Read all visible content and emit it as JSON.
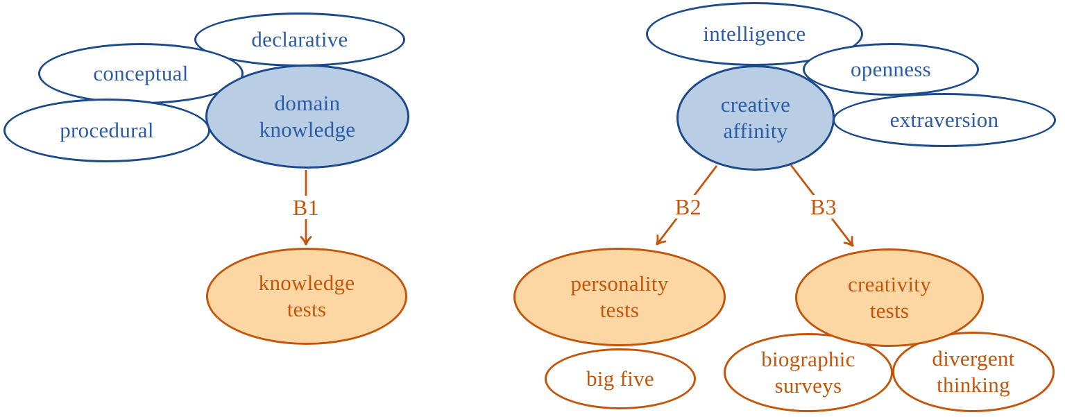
{
  "colors": {
    "blue_border": "#1d4b8a",
    "blue_text": "#2d5ca6",
    "blue_fill": "#b9cde4",
    "orange": "#c3560a",
    "orange_fill": "#fcd7a4",
    "white_fill": "#ffffff"
  },
  "nodes": {
    "declarative": {
      "label": "declarative"
    },
    "conceptual": {
      "label": "conceptual"
    },
    "procedural": {
      "label": "procedural"
    },
    "domain_knowledge": {
      "line1": "domain",
      "line2": "knowledge"
    },
    "knowledge_tests": {
      "line1": "knowledge",
      "line2": "tests"
    },
    "intelligence": {
      "label": "intelligence"
    },
    "openness": {
      "label": "openness"
    },
    "extraversion": {
      "label": "extraversion"
    },
    "creative_affinity": {
      "line1": "creative",
      "line2": "affinity"
    },
    "personality_tests": {
      "line1": "personality",
      "line2": "tests"
    },
    "creativity_tests": {
      "line1": "creativity",
      "line2": "tests"
    },
    "big_five": {
      "label": "big five"
    },
    "biographic_surveys": {
      "line1": "biographic",
      "line2": "surveys"
    },
    "divergent_thinking": {
      "line1": "divergent",
      "line2": "thinking"
    }
  },
  "edges": {
    "b1": {
      "label": "B1"
    },
    "b2": {
      "label": "B2"
    },
    "b3": {
      "label": "B3"
    }
  }
}
